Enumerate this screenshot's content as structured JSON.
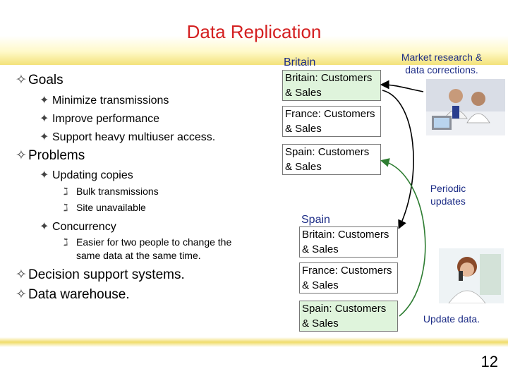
{
  "slide": {
    "title": "Data Replication",
    "page_number": "12"
  },
  "bullets": {
    "goals": "Goals",
    "minimize": "Minimize transmissions",
    "improve": "Improve performance",
    "support": "Support heavy multiuser access.",
    "problems": "Problems",
    "updating": "Updating copies",
    "bulk": "Bulk transmissions",
    "site": "Site unavailable",
    "concurrency": "Concurrency",
    "easier_1": "Easier for two people to change the",
    "easier_2": "same data at the same time.",
    "decision": "Decision support systems.",
    "warehouse": "Data warehouse."
  },
  "diagram": {
    "britain_header": "Britain",
    "spain_header": "Spain",
    "britain_site": {
      "box1": [
        "Britain:  Customers",
        "& Sales"
      ],
      "box2": [
        "France: Customers",
        "& Sales"
      ],
      "box3": [
        "Spain:  Customers",
        "& Sales"
      ]
    },
    "spain_site": {
      "box1": [
        "Britain:  Customers",
        "& Sales"
      ],
      "box2": [
        "France: Customers",
        "& Sales"
      ],
      "box3": [
        "Spain:  Customers",
        "& Sales"
      ]
    },
    "note_market": [
      "Market research &",
      "data corrections."
    ],
    "note_periodic": [
      "Periodic",
      "updates"
    ],
    "note_update": "Update data."
  },
  "colors": {
    "title": "#d42020",
    "note_text": "#1c2c86",
    "highlight_box": "#dff4dc",
    "arrow_black": "#000000",
    "arrow_green": "#2e7d32"
  },
  "icons": {
    "level1": "diamond-star-outline",
    "level2": "four-point-star",
    "level3": "curl-marker"
  }
}
